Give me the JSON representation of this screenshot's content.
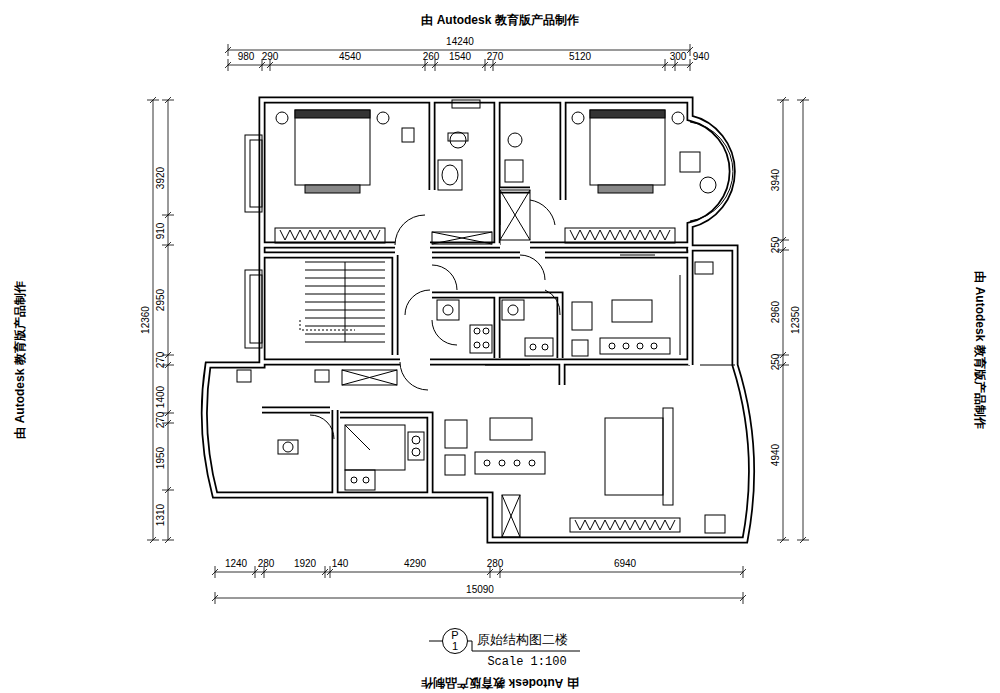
{
  "diagram": {
    "title": "原始结构图二楼",
    "nodes": [
      {
        "text": [
          "P",
          "1"
        ]
      }
    ],
    "labels": [
      "由 Autodesk 教育版产品制作",
      "由 Autodesk 教育版产品制作",
      "由 Autodesk 教育版产品制作",
      "由 Autodesk 教育版产品制作",
      "14240",
      "980",
      "290",
      "4540",
      "260",
      "1540",
      "270",
      "5120",
      "300",
      "940",
      "3920",
      "910",
      "2950",
      "270",
      "1400",
      "270",
      "1950",
      "1310",
      "12360",
      "3940",
      "250",
      "2960",
      "250",
      "4940",
      "12350",
      "1240",
      "280",
      "1920",
      "140",
      "4290",
      "280",
      "6940",
      "15090",
      "Scale 1:100"
    ]
  }
}
